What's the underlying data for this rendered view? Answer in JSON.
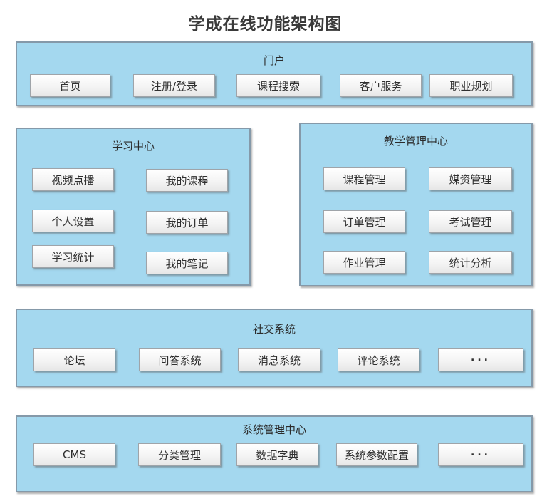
{
  "title": "学成在线功能架构图",
  "colors": {
    "section_fill": "#a4d8ef",
    "section_border": "#8599a9",
    "button_fill_top": "#ffffff",
    "button_fill_bottom": "#e7e7e7",
    "button_border": "#9fa4a9",
    "text": "#2f2f2f"
  },
  "sections": [
    {
      "label": "门户",
      "buttons": [
        "首页",
        "注册/登录",
        "课程搜索",
        "客户服务",
        "职业规划"
      ]
    },
    {
      "label": "学习中心",
      "buttons": [
        "视频点播",
        "我的课程",
        "个人设置",
        "我的订单",
        "学习统计",
        "我的笔记"
      ]
    },
    {
      "label": "教学管理中心",
      "buttons": [
        "课程管理",
        "媒资管理",
        "订单管理",
        "考试管理",
        "作业管理",
        "统计分析"
      ]
    },
    {
      "label": "社交系统",
      "buttons": [
        "论坛",
        "问答系统",
        "消息系统",
        "评论系统",
        "..."
      ]
    },
    {
      "label": "系统管理中心",
      "buttons": [
        "CMS",
        "分类管理",
        "数据字典",
        "系统参数配置",
        "..."
      ]
    }
  ]
}
